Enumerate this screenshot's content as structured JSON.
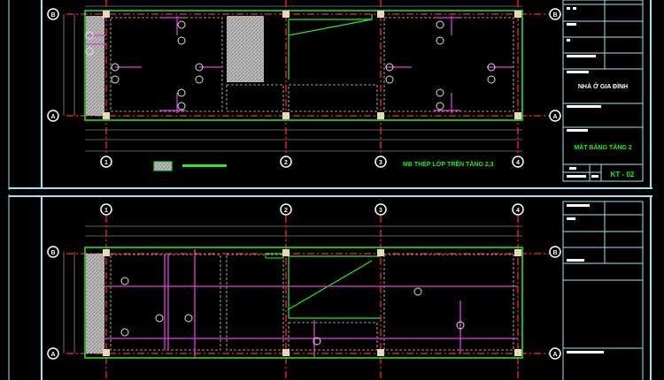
{
  "sheet_top": {
    "title_block": {
      "project": "NHÀ Ở GIA ĐÌNH",
      "drawing_title": "MẶT BẰNG TẦNG 2",
      "drawing_number": "KT - 02"
    },
    "plan_title": "MB THÉP LỚP TRÊN TẦNG 2,3",
    "axes_rows": [
      "B",
      "A"
    ],
    "axes_cols": [
      "1",
      "2",
      "3",
      "4"
    ]
  },
  "sheet_bottom": {
    "axes_rows": [
      "B",
      "A"
    ],
    "axes_cols": [
      "1",
      "2",
      "3",
      "4"
    ]
  },
  "colors": {
    "background": "#000000",
    "frame": "#9fe3f5",
    "wall": "#22ee22",
    "rebar": "#e040e0",
    "axis": "#e02020",
    "dimension": "#22c0e0",
    "column": "#e8d8b8"
  }
}
